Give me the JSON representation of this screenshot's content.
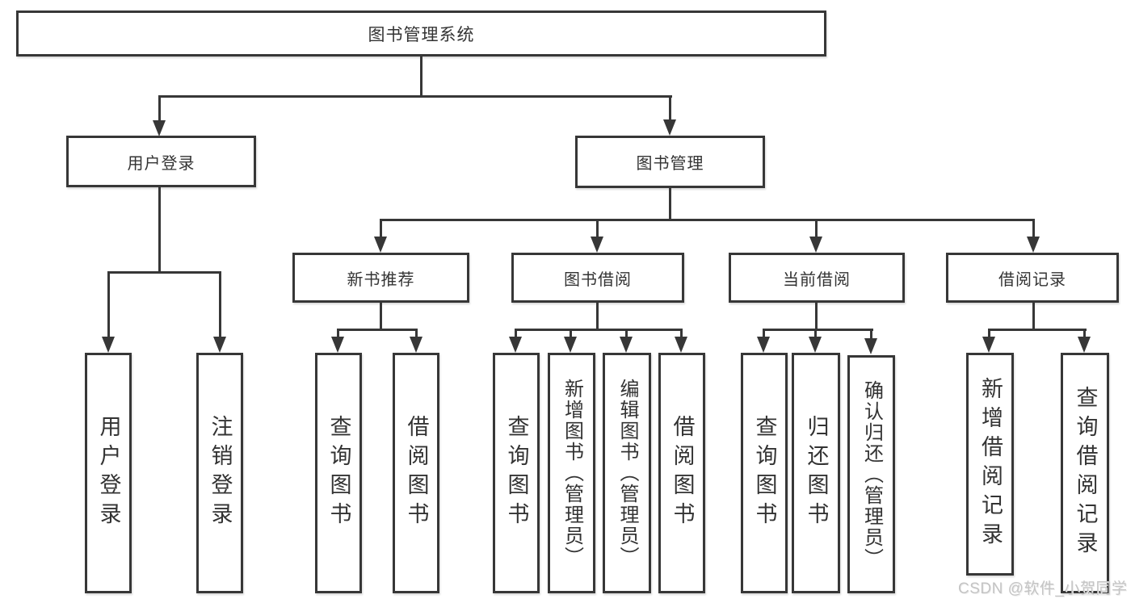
{
  "diagram": {
    "root": {
      "label": "图书管理系统",
      "children": [
        {
          "label": "用户登录",
          "children": [
            {
              "label": "用户登录"
            },
            {
              "label": "注销登录"
            }
          ]
        },
        {
          "label": "图书管理",
          "children": [
            {
              "label": "新书推荐",
              "children": [
                {
                  "label": "查询图书"
                },
                {
                  "label": "借阅图书"
                }
              ]
            },
            {
              "label": "图书借阅",
              "children": [
                {
                  "label": "查询图书"
                },
                {
                  "label": "新增图书（管理员）"
                },
                {
                  "label": "编辑图书（管理员）"
                },
                {
                  "label": "借阅图书"
                }
              ]
            },
            {
              "label": "当前借阅",
              "children": [
                {
                  "label": "查询图书"
                },
                {
                  "label": "归还图书"
                },
                {
                  "label": "确认归还（管理员）"
                }
              ]
            },
            {
              "label": "借阅记录",
              "children": [
                {
                  "label": "新增借阅记录"
                },
                {
                  "label": "查询借阅记录"
                }
              ]
            }
          ]
        }
      ]
    }
  },
  "watermark": {
    "text": "CSDN @软件_小贺同学"
  },
  "colors": {
    "line": "#373737",
    "text": "#333333",
    "watermark": "#c4c4c4",
    "background": "#ffffff"
  }
}
